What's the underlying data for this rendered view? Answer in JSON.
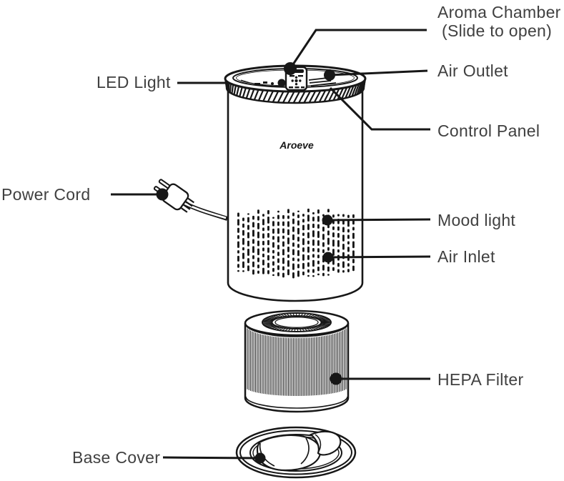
{
  "brand": "Aroeve",
  "colors": {
    "background": "#ffffff",
    "ink": "#171717",
    "label_text": "#404040"
  },
  "labels": {
    "aroma_chamber": {
      "line1": "Aroma Chamber",
      "line2": "(Slide to open)"
    },
    "air_outlet": "Air Outlet",
    "led_light": "LED Light",
    "control_panel": "Control Panel",
    "power_cord": "Power Cord",
    "mood_light": "Mood light",
    "air_inlet": "Air Inlet",
    "hepa_filter": "HEPA Filter",
    "base_cover": "Base Cover"
  }
}
